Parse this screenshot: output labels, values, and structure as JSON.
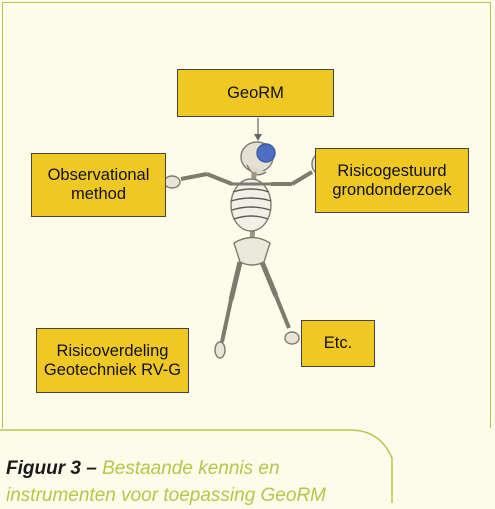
{
  "diagram": {
    "top_box": "GeoRM",
    "left_box": "Observational\nmethod",
    "right_box": "Risicogestuurd\ngrondonderzoek",
    "bottom_left_box": "Risicoverdeling\nGeotechniek RV-G",
    "bottom_right_box": "Etc."
  },
  "caption": {
    "label": "Figuur 3 –",
    "text_line1": "Bestaande kennis en",
    "text_line2": "instrumenten voor toepassing GeoRM"
  },
  "colors": {
    "box_fill": "#f0c824",
    "accent": "#b6c64a",
    "background": "#fdfceb"
  }
}
